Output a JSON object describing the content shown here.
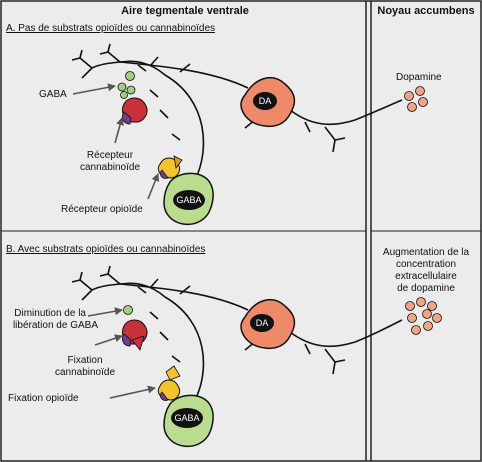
{
  "regions": {
    "left_title": "Aire tegmentale ventrale",
    "right_title": "Noyau accumbens"
  },
  "panels": {
    "a": {
      "title": "A. Pas de substrats opioïdes ou cannabinoïdes",
      "gaba_label": "GABA",
      "cb_receptor_label_1": "Récepteur",
      "cb_receptor_label_2": "cannabinoïde",
      "opioid_receptor_label": "Récepteur opioïde",
      "dopamine_label": "Dopamine"
    },
    "b": {
      "title": "B. Avec substrats opioïdes ou cannabinoïdes",
      "gaba_release_label_1": "Diminution de la",
      "gaba_release_label_2": "libération de GABA",
      "cb_binding_label_1": "Fixation",
      "cb_binding_label_2": "cannabinoïde",
      "opioid_binding_label": "Fixation opioïde",
      "dopamine_label_1": "Augmentation de la",
      "dopamine_label_2": "concentration",
      "dopamine_label_3": "extracellulaire",
      "dopamine_label_4": "de dopamine"
    }
  },
  "cells": {
    "da_label": "DA",
    "gaba_label": "GABA"
  },
  "colors": {
    "background": "#ececec",
    "da_neuron": "#ee8a6a",
    "gaba_neuron": "#b9dc8f",
    "gaba_vesicle": "#9fd07a",
    "dopamine_vesicle": "#f0a585",
    "cb_receptor": "#c8303a",
    "opioid_receptor": "#f2c42c",
    "ligand_purple": "#6a3f8c"
  }
}
